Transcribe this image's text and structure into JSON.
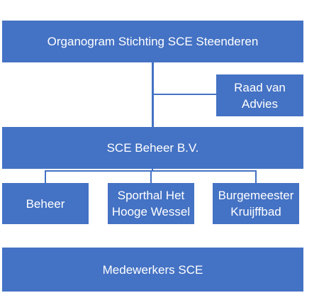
{
  "diagram": {
    "title": "Organogram Stichting SCE Steenderen",
    "advisory_board": "Raad van\nAdvies",
    "holding": "SCE Beheer B.V.",
    "units": [
      "Beheer",
      "Sporthal Het\nHooge Wessel",
      "Burgemeester\nKruijffbad"
    ],
    "staff": "Medewerkers SCE"
  },
  "colors": {
    "box_fill": "#4472c4",
    "text": "#ffffff",
    "background": "#ffffff"
  }
}
